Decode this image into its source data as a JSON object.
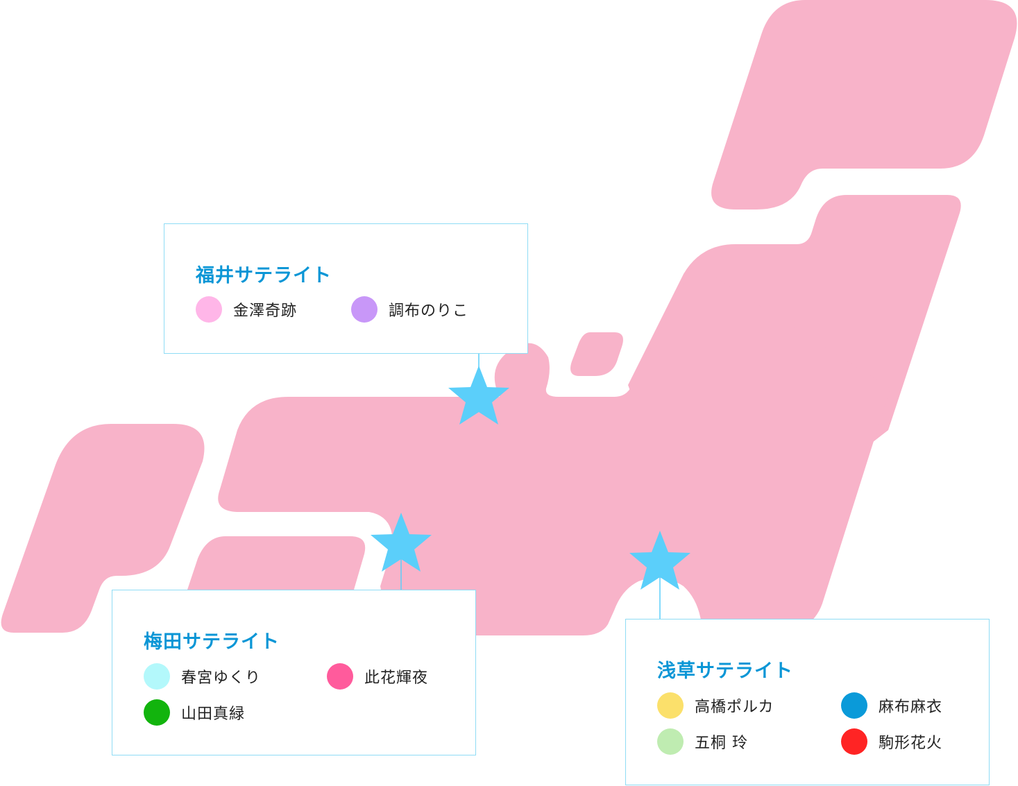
{
  "map": {
    "islands": [
      "hokkaido",
      "honshu-north",
      "honshu-main",
      "sado",
      "shikoku",
      "kyushu"
    ],
    "land_color": "#f8b3c9",
    "marker_color": "#5bcffa",
    "marker_icon": "star-icon"
  },
  "satellites": [
    {
      "title": "福井サテライト",
      "members": [
        {
          "name": "金澤奇跡",
          "color": "#ffb6e8"
        },
        {
          "name": "調布のりこ",
          "color": "#c897f8"
        }
      ]
    },
    {
      "title": "梅田サテライト",
      "members": [
        {
          "name": "春宮ゆくり",
          "color": "#b3f8fb"
        },
        {
          "name": "此花輝夜",
          "color": "#ff5b9c"
        },
        {
          "name": "山田真緑",
          "color": "#12b40d"
        }
      ]
    },
    {
      "title": "浅草サテライト",
      "members": [
        {
          "name": "高橋ポルカ",
          "color": "#fbe06b"
        },
        {
          "name": "麻布麻衣",
          "color": "#0a9ad9"
        },
        {
          "name": "五桐 玲",
          "color": "#bfecb1"
        },
        {
          "name": "駒形花火",
          "color": "#ff2424"
        }
      ]
    }
  ]
}
